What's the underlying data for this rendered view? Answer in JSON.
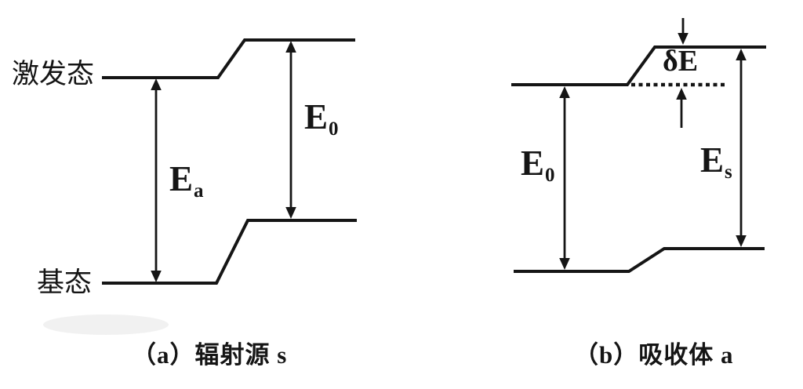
{
  "colors": {
    "ink": "#151515",
    "background": "#ffffff"
  },
  "panel_a": {
    "excited_state_label": "激发态",
    "ground_state_label": "基态",
    "ea_label": {
      "base": "E",
      "sub": "a"
    },
    "e0_label": {
      "base": "E",
      "sub": "0"
    },
    "caption": "（a）辐射源 s"
  },
  "panel_b": {
    "delta_e_label": "δE",
    "e0_label": {
      "base": "E",
      "sub": "0"
    },
    "es_label": {
      "base": "E",
      "sub": "s"
    },
    "caption": "（b）吸收体 a"
  }
}
